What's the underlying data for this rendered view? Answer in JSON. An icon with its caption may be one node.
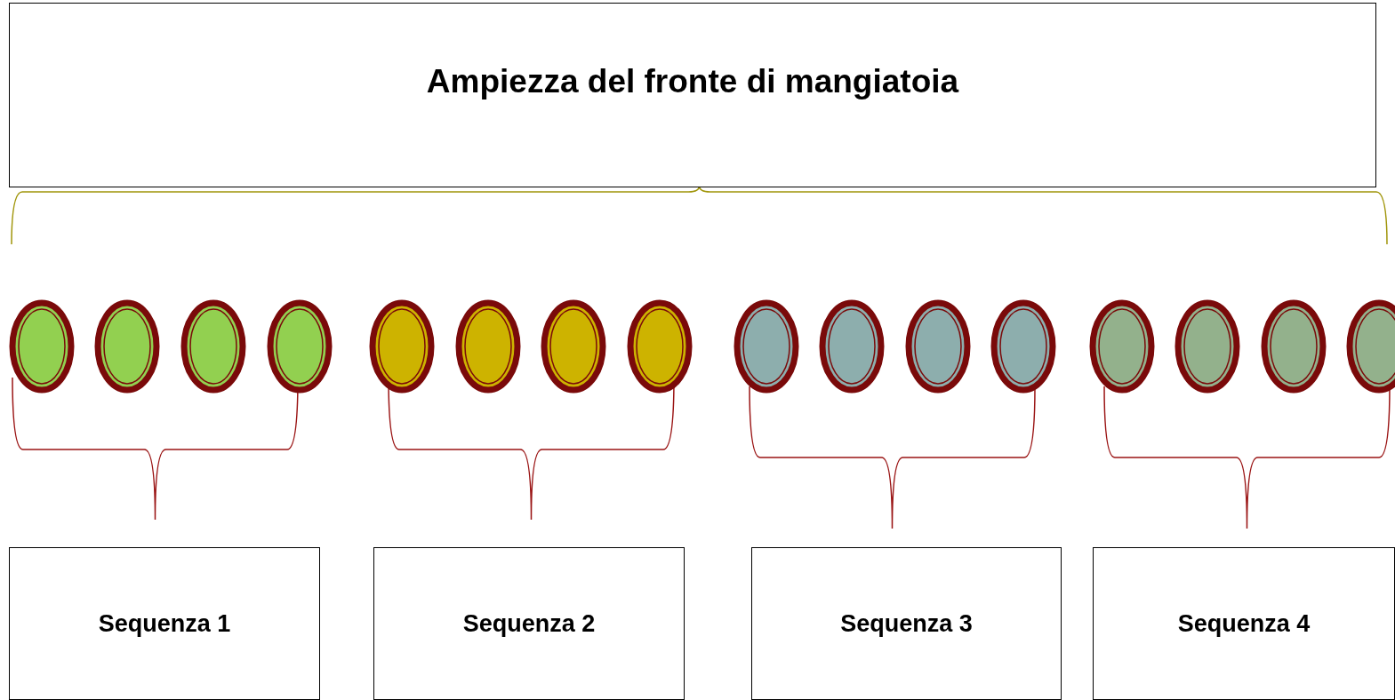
{
  "diagram": {
    "nodes": [
      {
        "text": [
          "Ampiezza del fronte di mangiatoia"
        ]
      },
      {
        "text": [],
        "shape": "ellipse"
      },
      {
        "text": [],
        "shape": "ellipse"
      },
      {
        "text": [],
        "shape": "ellipse"
      },
      {
        "text": [],
        "shape": "ellipse"
      },
      {
        "text": [],
        "shape": "ellipse"
      },
      {
        "text": [],
        "shape": "ellipse"
      },
      {
        "text": [],
        "shape": "ellipse"
      },
      {
        "text": [],
        "shape": "ellipse"
      },
      {
        "text": [],
        "shape": "ellipse"
      },
      {
        "text": [],
        "shape": "ellipse"
      },
      {
        "text": [],
        "shape": "ellipse"
      },
      {
        "text": [],
        "shape": "ellipse"
      },
      {
        "text": [],
        "shape": "ellipse"
      },
      {
        "text": [],
        "shape": "ellipse"
      },
      {
        "text": [],
        "shape": "ellipse"
      },
      {
        "text": [],
        "shape": "ellipse"
      },
      {
        "text": [
          "Sequenza 1"
        ]
      },
      {
        "text": [
          "Sequenza 2"
        ]
      },
      {
        "text": [
          "Sequenza 3"
        ]
      },
      {
        "text": [
          "Sequenza 4"
        ]
      }
    ],
    "edges": []
  }
}
